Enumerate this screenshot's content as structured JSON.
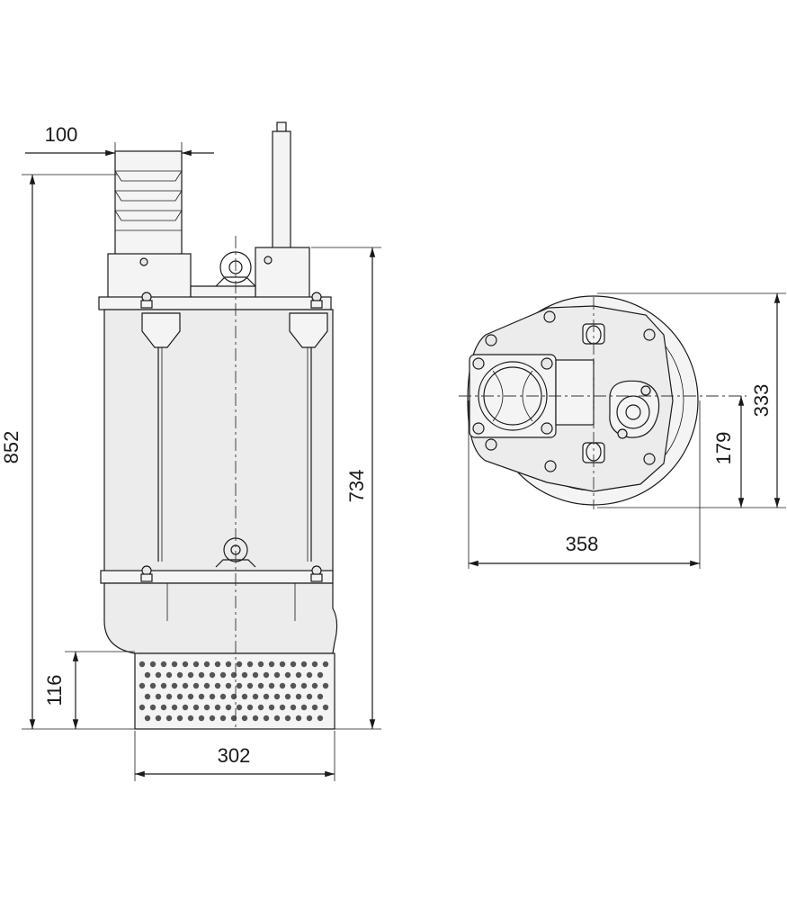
{
  "dimensions": {
    "outlet_diameter": "100",
    "overall_height": "852",
    "body_height": "734",
    "strainer_height": "116",
    "strainer_width": "302",
    "plan_width": "358",
    "plan_depth": "333",
    "plan_half_depth": "179"
  },
  "views": {
    "side": {
      "name": "side-elevation"
    },
    "top": {
      "name": "plan-view"
    }
  }
}
